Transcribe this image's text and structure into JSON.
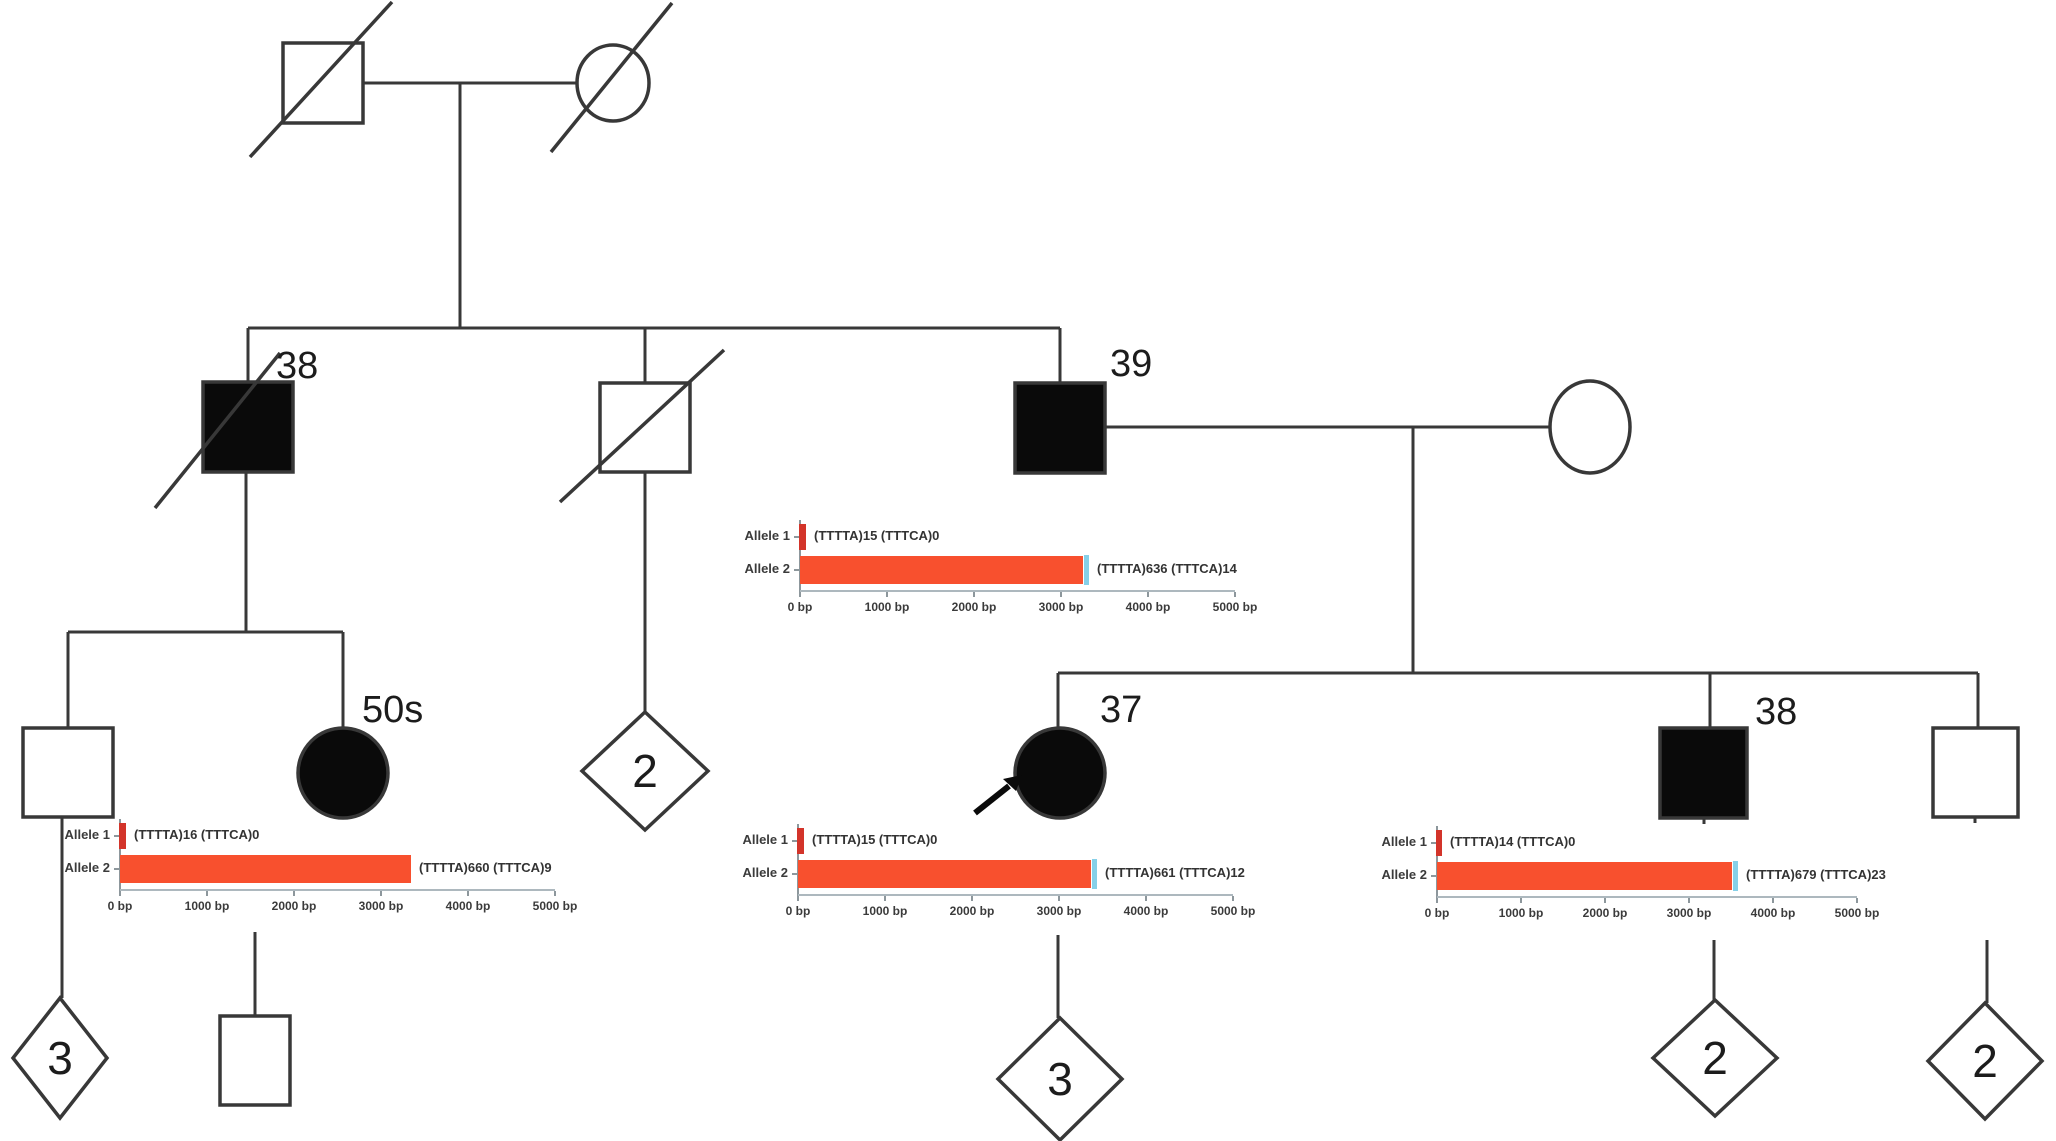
{
  "figure": {
    "type": "family pedigree with repeat-expansion allele plots",
    "background": "#ffffff",
    "line_color": "#383838",
    "affected_fill": "#0a0a0a",
    "unaffected_fill": "#ffffff"
  },
  "labels": {
    "age_gen2_left": "38",
    "age_gen2_right": "39",
    "age_gen3_50s": "50s",
    "age_gen3_37": "37",
    "age_gen3_38": "38",
    "diamond_gen4_left": "3",
    "diamond_gen3_mid": "2",
    "diamond_gen4_mid": "3",
    "diamond_gen4_right1": "2",
    "diamond_gen4_right2": "2"
  },
  "chart_data": [
    {
      "type": "bar",
      "owner": "affected male age 39 (generation II)",
      "orientation": "horizontal",
      "xlim": [
        0,
        5000
      ],
      "x_ticks": [
        "0 bp",
        "1000 bp",
        "2000 bp",
        "3000 bp",
        "4000 bp",
        "5000 bp"
      ],
      "bar_color": "#f8502e",
      "allele1_tick_color": "#d3342a",
      "end_cap_color": "#86d0e8",
      "rows": [
        {
          "label": "Allele 1",
          "annotation": "(TTTTA)15 (TTTCA)0",
          "length_bp": 75,
          "end_cap": false
        },
        {
          "label": "Allele 2",
          "annotation": "(TTTTA)636 (TTTCA)14",
          "length_bp": 3250,
          "end_cap": true
        }
      ]
    },
    {
      "type": "bar",
      "owner": "affected female age 50s (generation III)",
      "orientation": "horizontal",
      "xlim": [
        0,
        5000
      ],
      "x_ticks": [
        "0 bp",
        "1000 bp",
        "2000 bp",
        "3000 bp",
        "4000 bp",
        "5000 bp"
      ],
      "bar_color": "#f8502e",
      "allele1_tick_color": "#d3342a",
      "end_cap_color": "#86d0e8",
      "rows": [
        {
          "label": "Allele 1",
          "annotation": "(TTTTA)16 (TTTCA)0",
          "length_bp": 80,
          "end_cap": false
        },
        {
          "label": "Allele 2",
          "annotation": "(TTTTA)660 (TTTCA)9",
          "length_bp": 3345,
          "end_cap": false
        }
      ]
    },
    {
      "type": "bar",
      "owner": "proband, affected female age 37 (generation III)",
      "orientation": "horizontal",
      "xlim": [
        0,
        5000
      ],
      "x_ticks": [
        "0 bp",
        "1000 bp",
        "2000 bp",
        "3000 bp",
        "4000 bp",
        "5000 bp"
      ],
      "bar_color": "#f8502e",
      "allele1_tick_color": "#d3342a",
      "end_cap_color": "#86d0e8",
      "rows": [
        {
          "label": "Allele 1",
          "annotation": "(TTTTA)15 (TTTCA)0",
          "length_bp": 75,
          "end_cap": false
        },
        {
          "label": "Allele 2",
          "annotation": "(TTTTA)661 (TTTCA)12",
          "length_bp": 3365,
          "end_cap": true
        }
      ]
    },
    {
      "type": "bar",
      "owner": "affected male age 38 (generation III)",
      "orientation": "horizontal",
      "xlim": [
        0,
        5000
      ],
      "x_ticks": [
        "0 bp",
        "1000 bp",
        "2000 bp",
        "3000 bp",
        "4000 bp",
        "5000 bp"
      ],
      "bar_color": "#f8502e",
      "allele1_tick_color": "#d3342a",
      "end_cap_color": "#86d0e8",
      "rows": [
        {
          "label": "Allele 1",
          "annotation": "(TTTTA)14 (TTTCA)0",
          "length_bp": 70,
          "end_cap": false
        },
        {
          "label": "Allele 2",
          "annotation": "(TTTTA)679 (TTTCA)23",
          "length_bp": 3510,
          "end_cap": true
        }
      ]
    }
  ]
}
